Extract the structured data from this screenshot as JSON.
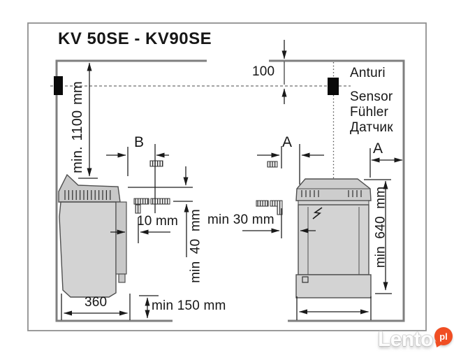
{
  "diagram": {
    "title": "KV 50SE - KV90SE",
    "sensor_labels": [
      "Anturi",
      "Sensor",
      "Fühler",
      "Датчик"
    ],
    "dimensions": {
      "ceiling_to_sensor": "100",
      "wall_height_min": "min. 1100 mm",
      "bracket_width": "B",
      "side_clearance": "A",
      "wall_clearance": "A",
      "rail_offset": "10 mm",
      "top_clearance": "min 40 mm",
      "side_gap": "min 30 mm",
      "heater_depth": "360",
      "floor_clearance": "min 150 mm",
      "mount_height": "min 640 mm"
    }
  },
  "watermark": {
    "brand": "Lento",
    "suffix": "pl"
  },
  "colors": {
    "dimension_line": "#1f1f1f",
    "wall": "#7f7f7f",
    "heater_fill": "#d3d3d3",
    "sensor": "#0a0a0a",
    "watermark_accent": "#f04e23"
  }
}
